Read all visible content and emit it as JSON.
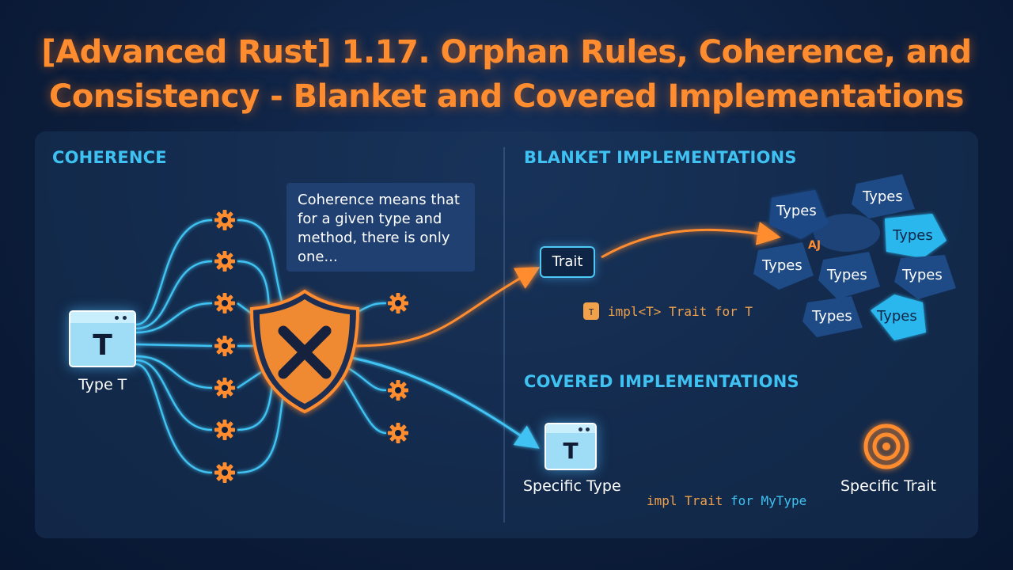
{
  "title": {
    "line1": "[Advanced Rust] 1.17. Orphan Rules, Coherence, and",
    "line2": "Consistency - Blanket and Covered Implementations"
  },
  "coherence": {
    "heading": "COHERENCE",
    "callout": "Coherence means that for a given type and method, there is only one...",
    "type_glyph": "T",
    "type_label": "Type T",
    "shield_icon": "shield-x-icon"
  },
  "blanket": {
    "heading": "BLANKET IMPLEMENTATIONS",
    "trait_label": "Trait",
    "code": "impl<T> Trait for T",
    "code_icon": "code-tag-icon",
    "mark": "AJ",
    "types": [
      "Types",
      "Types",
      "Types",
      "Types",
      "Types",
      "Types",
      "Types",
      "Types"
    ]
  },
  "covered": {
    "heading": "COVERED IMPLEMENTATIONS",
    "type_glyph": "T",
    "specific_type_label": "Specific Type",
    "specific_trait_label": "Specific Trait",
    "code_impl": "impl Trait",
    "code_for": "for MyType",
    "target_icon": "target-icon"
  },
  "colors": {
    "accent_orange": "#ff8c2e",
    "accent_blue": "#3fc2f2",
    "background": "#0c1e3c"
  }
}
